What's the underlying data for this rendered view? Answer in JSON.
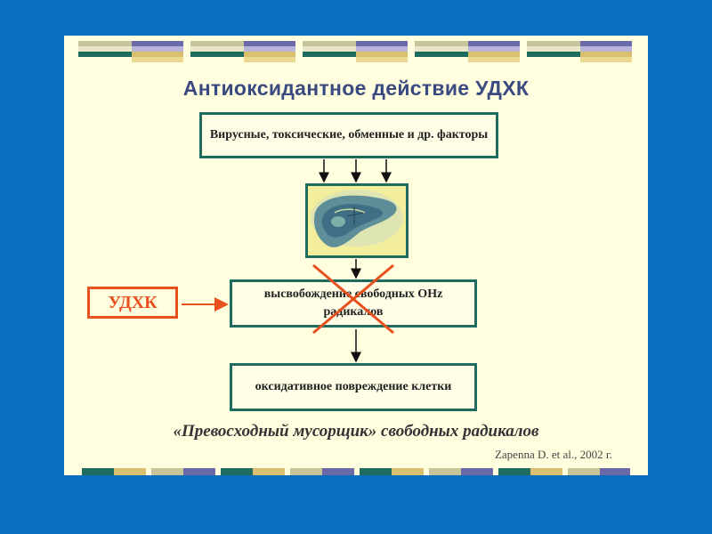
{
  "title": "Антиоксидантное действие УДХК",
  "boxes": {
    "factors": "Вирусные, токсические, обменные и др. факторы",
    "release": "высвобождение свободных OHz радикалов",
    "damage": "оксидативное повреждение клетки"
  },
  "drug_label": "УДХК",
  "quote": "«Превосходный мусорщик» свободных радикалов",
  "citation": "Zapenna D. et al., 2002 г.",
  "colors": {
    "background": "#0a6fbf",
    "slide": "#ffffe0",
    "title": "#3a4a80",
    "box_border": "#1f6b5e",
    "accent": "#e8501e"
  },
  "icons": [
    "liver-image",
    "cross-mark-icon"
  ]
}
